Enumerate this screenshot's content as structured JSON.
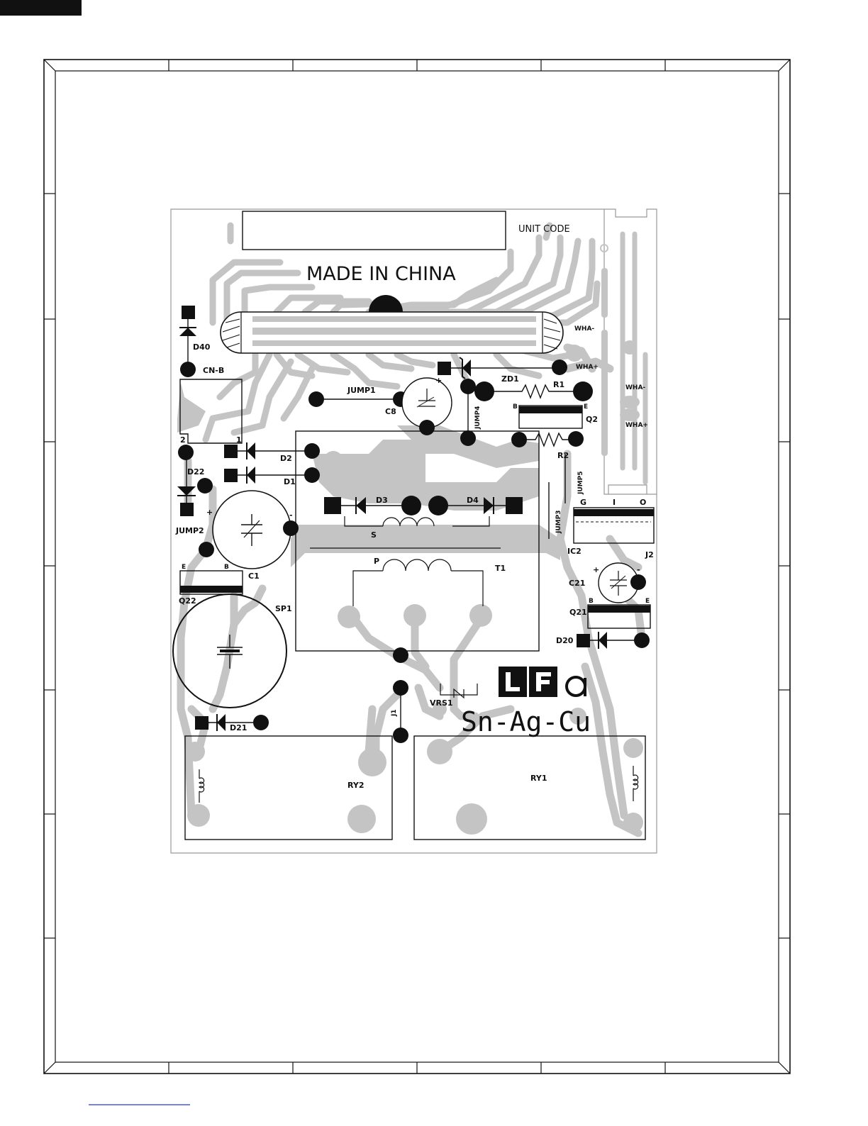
{
  "board": {
    "unit_code": "UNIT CODE",
    "made_in": "MADE IN CHINA",
    "lfa_logo": "LFa",
    "solder_alloy": "Sn-Ag-Cu"
  },
  "components": {
    "D40": "D40",
    "CN_B": "CN-B",
    "pin2": "2",
    "pin1": "1",
    "D22": "D22",
    "JUMP2": "JUMP2",
    "D2": "D2",
    "D1": "D1",
    "C1": "C1",
    "Q22": "Q22",
    "Q22_E": "E",
    "Q22_B": "B",
    "SP1": "SP1",
    "D21": "D21",
    "RY2": "RY2",
    "RY1": "RY1",
    "J1": "J1",
    "VRS1": "VRS1",
    "JUMP1": "JUMP1",
    "C8": "C8",
    "JUMP4": "JUMP4",
    "ZD1": "ZD1",
    "R1": "R1",
    "R2": "R2",
    "Q2": "Q2",
    "Q2_B": "B",
    "Q2_E": "E",
    "D3": "D3",
    "D4": "D4",
    "S": "S",
    "P": "P",
    "T1": "T1",
    "JUMP5": "JUMP5",
    "JUMP3": "JUMP3",
    "IC2": "IC2",
    "IC2_G": "G",
    "IC2_I": "I",
    "IC2_O": "O",
    "J2": "J2",
    "C21": "C21",
    "Q21": "Q21",
    "Q21_B": "B",
    "Q21_E": "E",
    "D20": "D20",
    "WHA_minus_1": "WHA-",
    "WHA_plus_1": "WHA+",
    "WHA_minus_2": "WHA-",
    "WHA_plus_2": "WHA+",
    "plus": "+",
    "minus": "-"
  }
}
